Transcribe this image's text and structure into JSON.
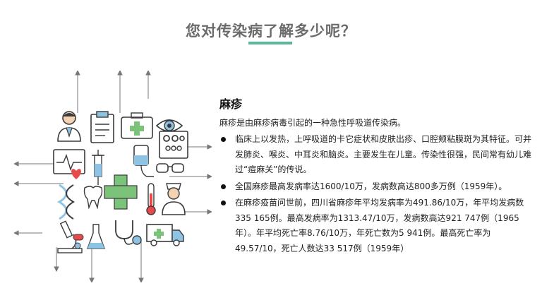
{
  "page": {
    "title": "您对传染病了解多少呢？"
  },
  "section": {
    "heading": "麻疹",
    "intro": "麻疹是由麻疹病毒引起的一种急性呼吸道传染病。",
    "bullets": [
      "临床上以发热，上呼吸道的卡它症状和皮肤出疹、口腔颊粘膜斑为其特征。可并发肺炎、喉炎、中耳炎和脑炎。主要发生在儿童。传染性很强，民间常有幼儿难过“痘麻关”的传说。",
      "全国麻疹最高发病率达1600/10万，发病数高达800多万例（1959年）。",
      "在麻疹疫苗问世前，四川省麻疹年平均发病率为491.86/10万，年平均发病数335 165例。最高发病率为1313.47/10万，发病数高达921 747例（1965年）。年平均死亡率8.76/10万，年死亡数为5 941例。最高死亡率为49.57/10，死亡人数达33 517例（1959年）"
    ]
  },
  "colors": {
    "accent": "#5db59a",
    "title": "#6b6b6b",
    "heart": "#e8494a",
    "cross": "#7cc37a",
    "icon_line": "#3a3a3a",
    "blue": "#8fc3e3"
  },
  "icons": [
    "doctor-icon",
    "clipboard-icon",
    "first-aid-kit-icon",
    "eye-icon",
    "eye-chart-icon",
    "heart-monitor-icon",
    "syringe-icon",
    "iv-drip-icon",
    "glasses-icon",
    "dna-icon",
    "tooth-icon",
    "medical-cross-icon",
    "thermometer-icon",
    "nurse-icon",
    "microscope-icon",
    "flask-icon",
    "stethoscope-icon",
    "pills-icon",
    "ambulance-icon"
  ]
}
